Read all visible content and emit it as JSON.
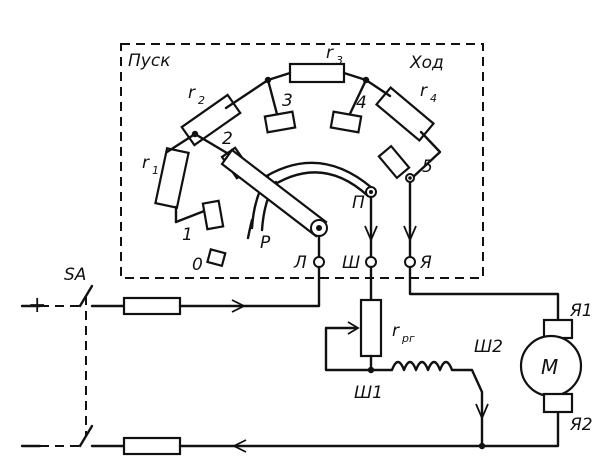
{
  "labels": {
    "start": "Пуск",
    "run": "Ход",
    "r1": "r",
    "r1_sub": "1",
    "r2": "r",
    "r2_sub": "2",
    "r3": "r",
    "r3_sub": "3",
    "r4": "r",
    "r4_sub": "4",
    "c0": "0",
    "c1": "1",
    "c2": "2",
    "c3": "3",
    "c4": "4",
    "c5": "5",
    "p": "П",
    "r_lever": "Р",
    "l": "Л",
    "sh": "Ш",
    "ya": "Я",
    "switch": "SA",
    "plus": "+",
    "minus": "-",
    "rrg": "r",
    "rrg_sub": "рг",
    "sh1": "Ш1",
    "sh2": "Ш2",
    "ya1": "Я1",
    "ya2": "Я2",
    "motor": "М"
  }
}
